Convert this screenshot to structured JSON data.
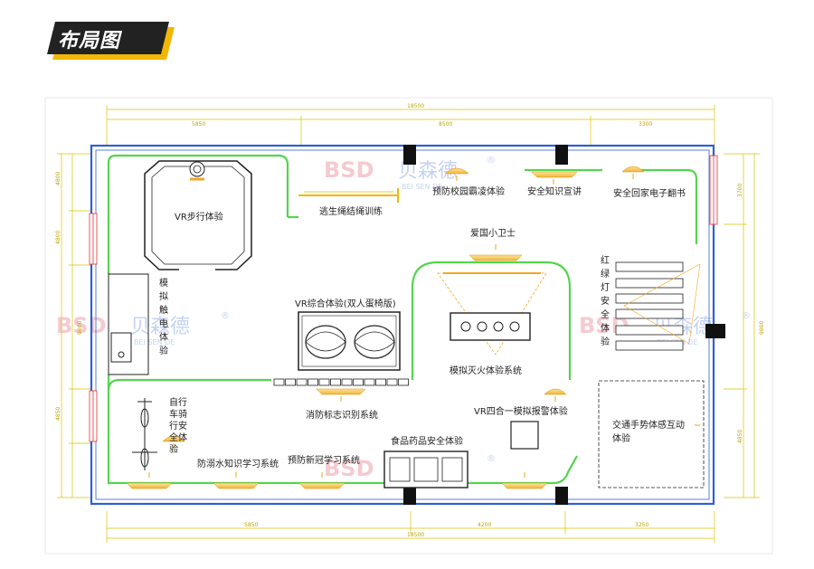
{
  "title": "布局图",
  "watermark": {
    "logo": "BSD",
    "cn": "贝森德",
    "en": "BEI SEN DE",
    "reg": "®"
  },
  "dimensions": {
    "top_total": "18500",
    "top_1": "5850",
    "top_2": "8500",
    "top_3": "3300",
    "bottom_total": "18500",
    "bottom_1": "5850",
    "bottom_2": "4200",
    "bottom_3": "3250",
    "left_1": "4800",
    "left_2": "4800",
    "left_3": "4850",
    "left_total": "9800",
    "right_1": "3700",
    "right_2": "4850",
    "right_total": "9800"
  },
  "areas": {
    "vr_walk": "VR步行体验",
    "escape_rope": "逃生绳结绳训练",
    "bully": "预防校园霸凌体验",
    "safety_talk": "安全知识宣讲",
    "home_book": "安全回家电子翻书",
    "patriot": "爱国小卫士",
    "traffic_light": [
      "红",
      "绿",
      "灯",
      "安",
      "全",
      "体",
      "验"
    ],
    "shock": [
      "模",
      "拟",
      "触",
      "电",
      "体",
      "验"
    ],
    "vr_combo": "VR综合体验(双人蛋椅版)",
    "fire": "模拟灭火体验系统",
    "bike": [
      "自行",
      "车骑",
      "行安",
      "全体",
      "验"
    ],
    "fire_sign": "消防标志识别系统",
    "vr_alarm": "VR四合一模拟报警体验",
    "gesture": [
      "交通手势体感互动",
      "体验"
    ],
    "drown": "防溺水知识学习系统",
    "covid": "预防新冠学习系统",
    "food_drug": "食品药品安全体验"
  },
  "colors": {
    "wall": "#2f5fd6",
    "green": "#55d450",
    "dim": "#d8c400",
    "red": "#e03030"
  }
}
